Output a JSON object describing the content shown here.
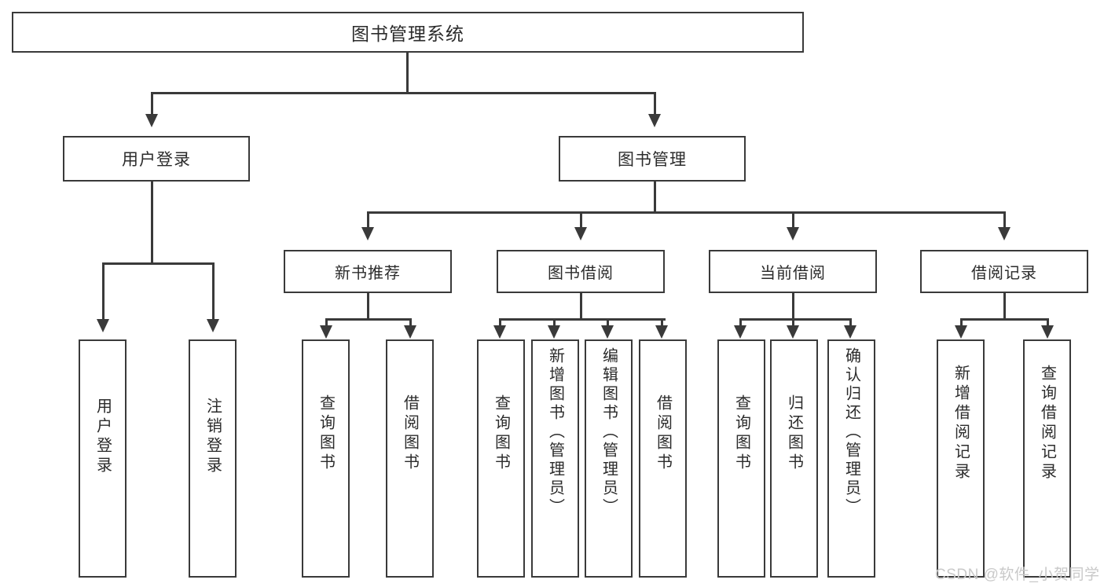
{
  "diagram": {
    "type": "tree-hierarchy",
    "title": "图书管理系统",
    "root": {
      "label": "图书管理系统"
    },
    "level1": [
      {
        "label": "用户登录"
      },
      {
        "label": "图书管理"
      }
    ],
    "level2": [
      {
        "label": "新书推荐"
      },
      {
        "label": "图书借阅"
      },
      {
        "label": "当前借阅"
      },
      {
        "label": "借阅记录"
      }
    ],
    "leaves": {
      "user_login": [
        {
          "label": "用户登录"
        },
        {
          "label": "注销登录"
        }
      ],
      "new_book_recommend": [
        {
          "label": "查询图书"
        },
        {
          "label": "借阅图书"
        }
      ],
      "book_borrow": [
        {
          "label": "查询图书"
        },
        {
          "label": "新增图书（管理员）"
        },
        {
          "label": "编辑图书（管理员）"
        },
        {
          "label": "借阅图书"
        }
      ],
      "current_borrow": [
        {
          "label": "查询图书"
        },
        {
          "label": "归还图书"
        },
        {
          "label": "确认归还（管理员）"
        }
      ],
      "borrow_record": [
        {
          "label": "新增借阅记录"
        },
        {
          "label": "查询借阅记录"
        }
      ]
    }
  },
  "watermark": {
    "text": "CSDN @软件_小贺同学"
  },
  "colors": {
    "stroke": "#3a3a3a",
    "text": "#2b2b2b",
    "background": "#ffffff",
    "watermark": "#c9c9c9"
  }
}
